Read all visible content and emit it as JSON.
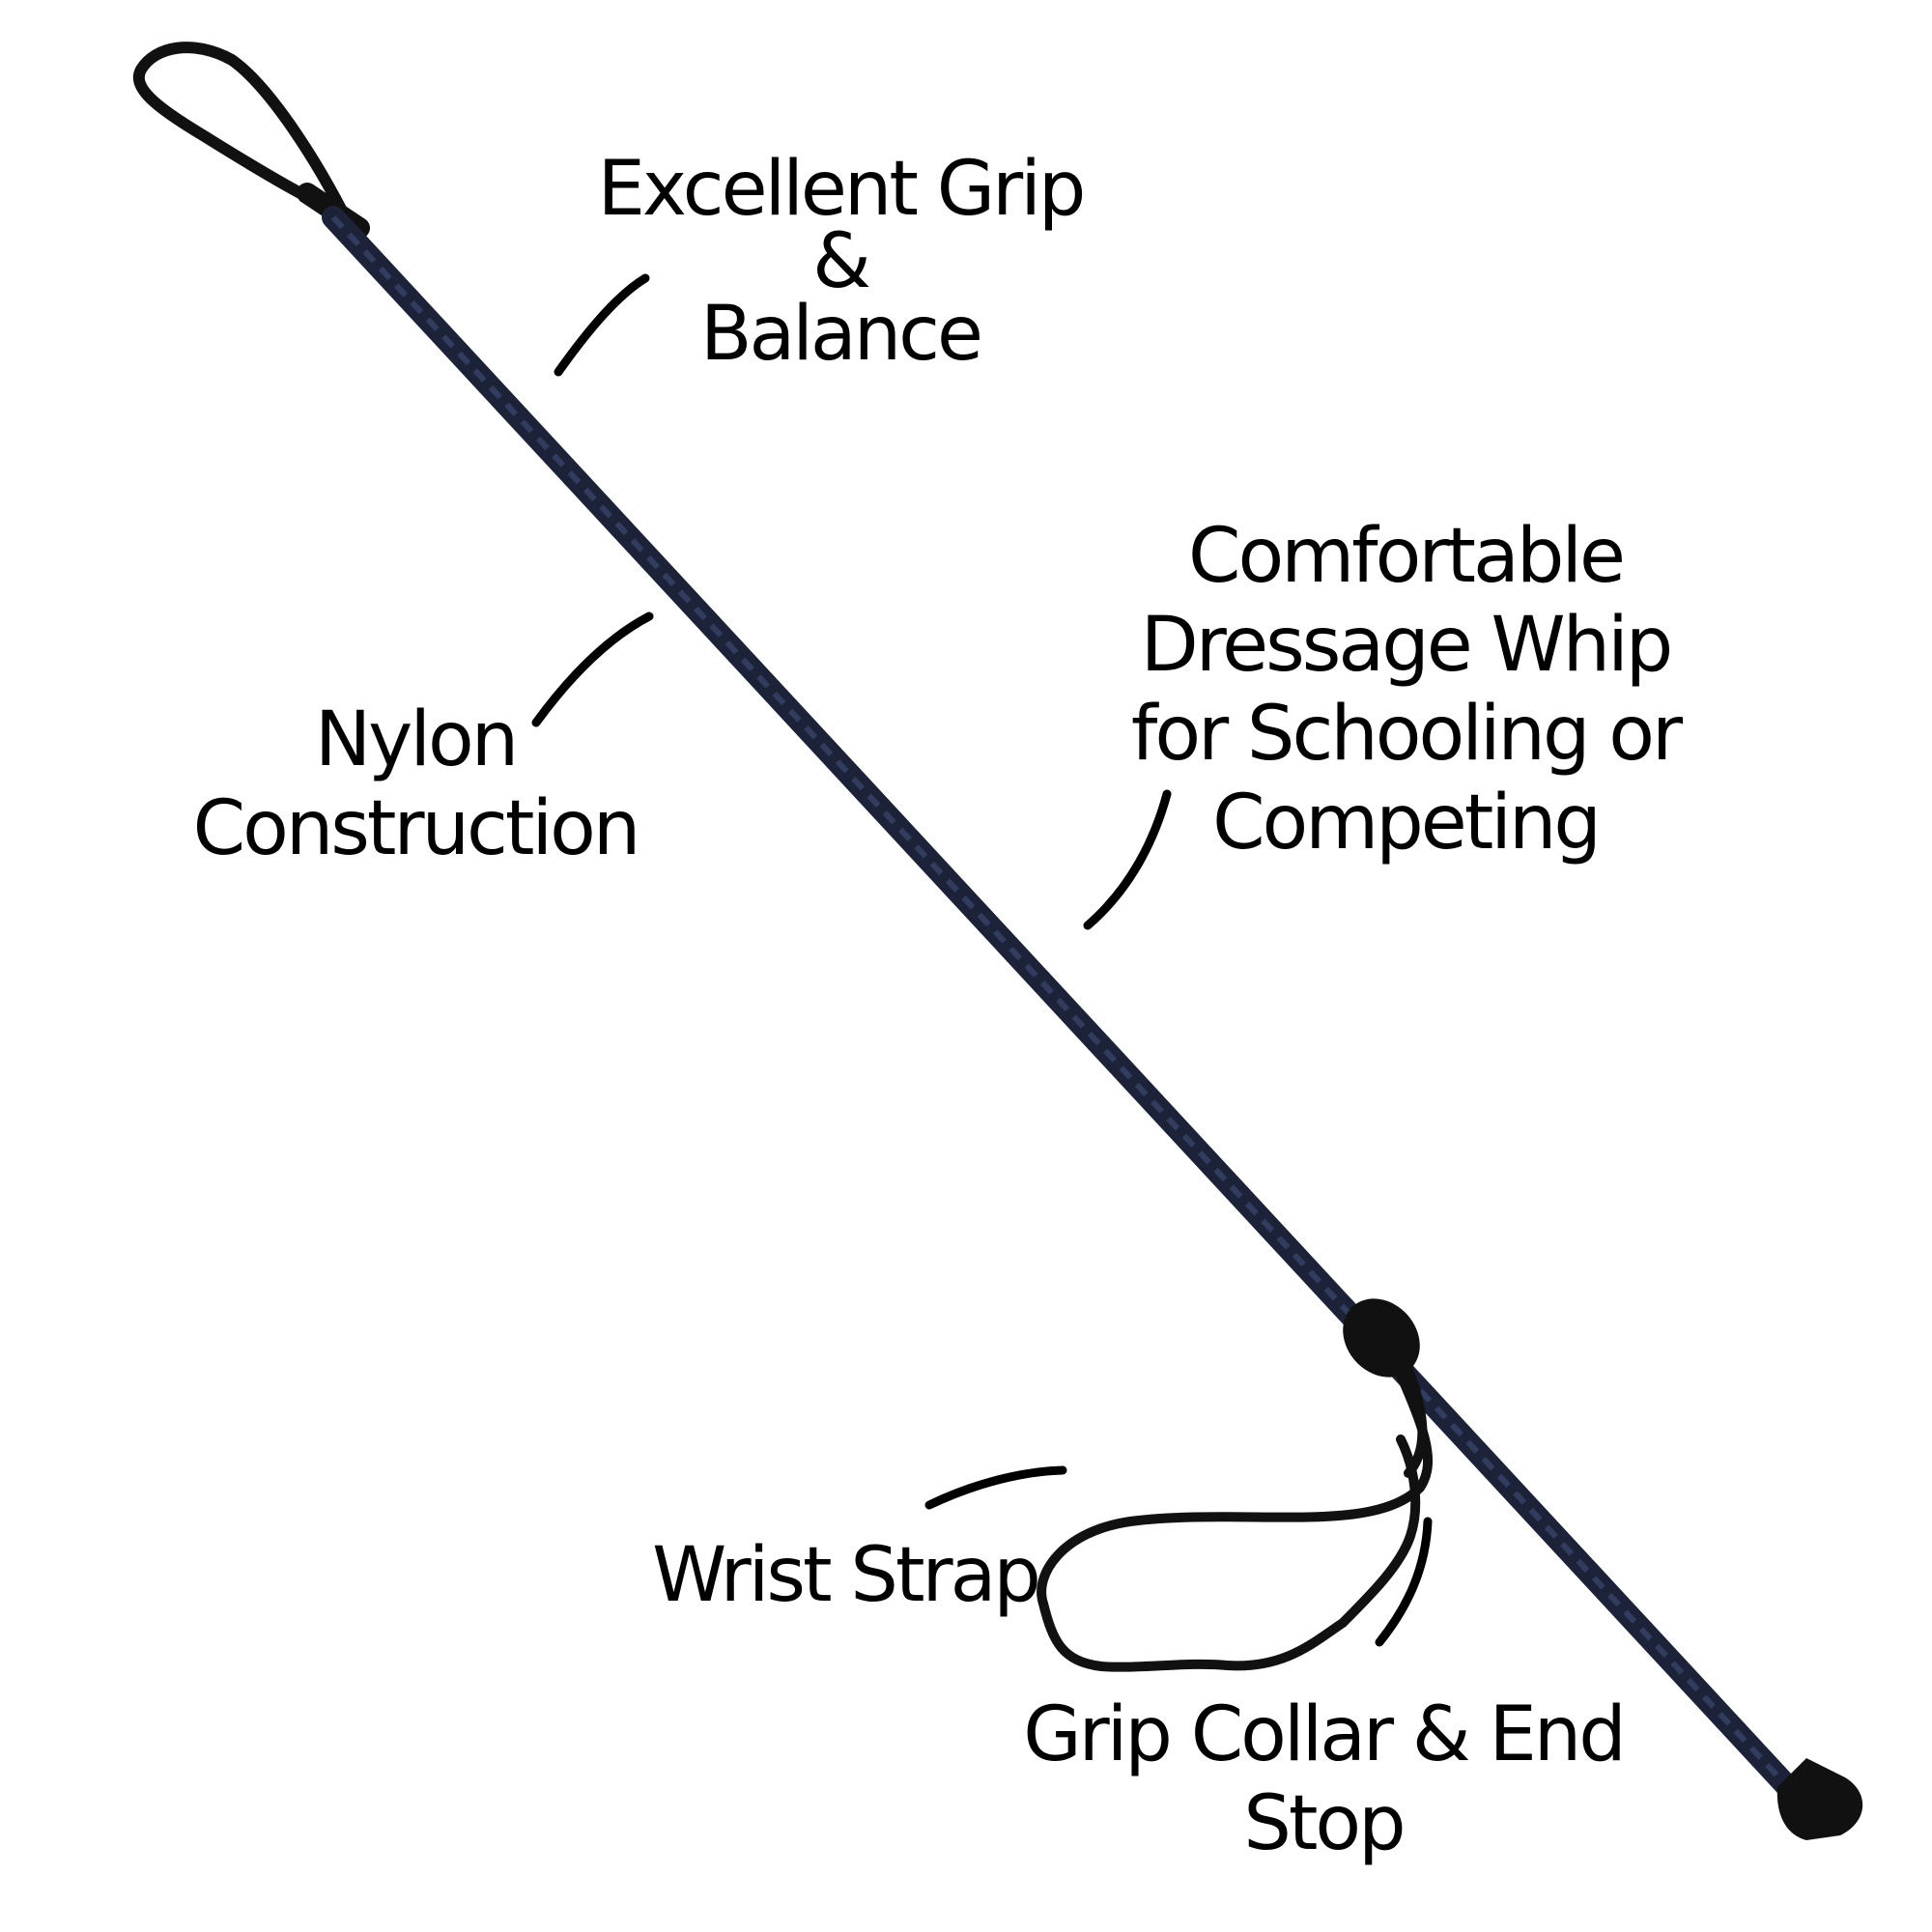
{
  "colors": {
    "shaft": "#1c2238",
    "shaft_highlight": "#3a4870",
    "rubber": "#111111",
    "leader": "#000000",
    "background": "#ffffff"
  },
  "callouts": {
    "grip_balance": {
      "line1": "Excellent Grip",
      "line2": "&",
      "line3": "Balance"
    },
    "nylon": {
      "line1": "Nylon",
      "line2": "Construction"
    },
    "comfortable": {
      "line1": "Comfortable",
      "line2": "Dressage Whip",
      "line3": "for Schooling or",
      "line4": "Competing"
    },
    "wrist": {
      "line1": "Wrist Strap"
    },
    "collar": {
      "line1": "Grip Collar & End",
      "line2": "Stop"
    }
  }
}
